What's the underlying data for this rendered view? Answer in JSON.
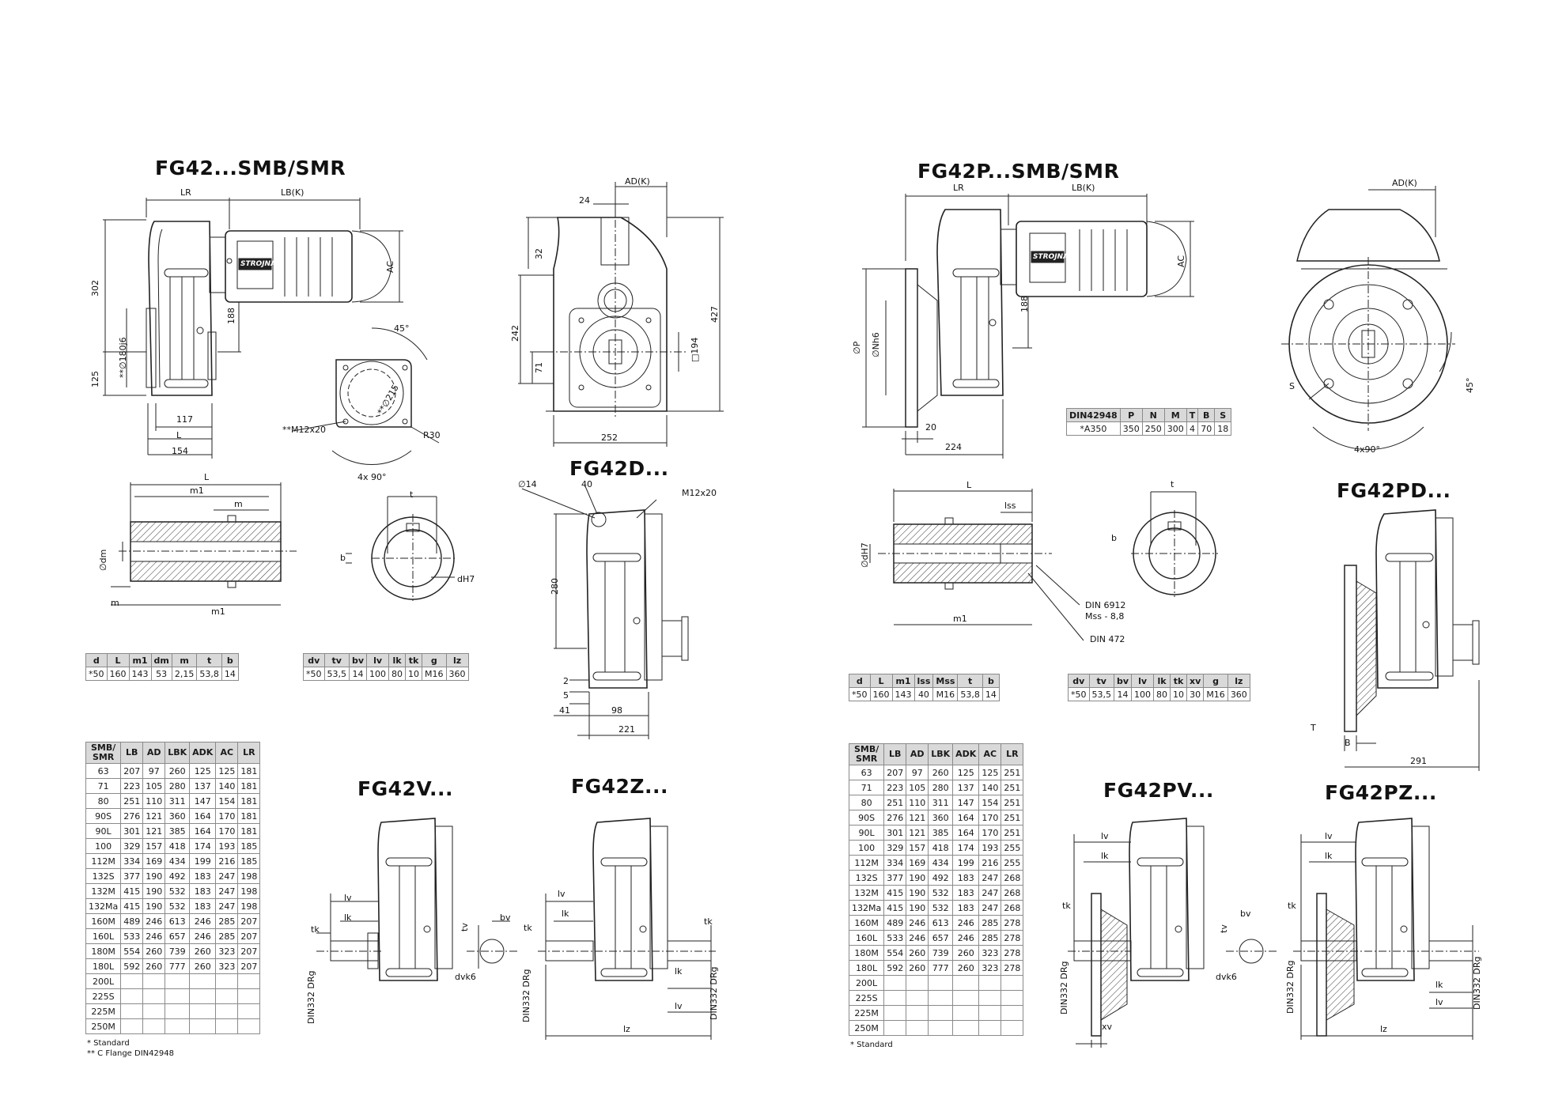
{
  "titles": {
    "fg42_smb": "FG42...SMB/SMR",
    "fg42p_smb": "FG42P...SMB/SMR",
    "fg42d": "FG42D...",
    "fg42pd": "FG42PD...",
    "fg42v": "FG42V...",
    "fg42z": "FG42Z...",
    "fg42pv": "FG42PV...",
    "fg42pz": "FG42PZ..."
  },
  "brand": "STROJNA",
  "dims": {
    "lr": "LR",
    "lbk": "LB(K)",
    "adk": "AD(K)",
    "ac": "AC",
    "d302": "302",
    "d188": "188",
    "d125": "125",
    "d180j6": "**∅180j6",
    "d117": "117",
    "L": "L",
    "d154": "154",
    "deg45": "45°",
    "d215": "**∅215",
    "m12x20_flange": "**M12x20",
    "r30": "R30",
    "x90": "4x 90°",
    "d24": "24",
    "d32": "32",
    "d242": "242",
    "d71": "71",
    "d427": "427",
    "d194": "□194",
    "d252": "252",
    "m1": "m1",
    "m": "m",
    "dm": "∅dm",
    "t": "t",
    "b": "b",
    "dH7": "dH7",
    "d14": "∅14",
    "d40": "40",
    "m12x20": "M12x20",
    "d280": "280",
    "d2": "2",
    "d5": "5",
    "d41": "41",
    "d98": "98",
    "d221": "221",
    "P": "∅P",
    "Nh6": "∅Nh6",
    "d20": "20",
    "d224": "224",
    "S": "S",
    "x90p": "4x90°",
    "deg45p": "45°",
    "dH7p": "∅dH7",
    "lss": "lss",
    "din6912": "DIN 6912",
    "mss": "Mss - 8,8",
    "din472": "DIN 472",
    "T": "T",
    "B": "B",
    "d291": "291",
    "lv": "lv",
    "lk": "lk",
    "tk": "tk",
    "tv": "tv",
    "bv": "bv",
    "dvk6": "dvk6",
    "lz": "lz",
    "xv": "xv",
    "din332": "DIN332 DRg"
  },
  "tables": {
    "shaft1": {
      "headers": [
        "d",
        "L",
        "m1",
        "dm",
        "m",
        "t",
        "b"
      ],
      "row": [
        "*50",
        "160",
        "143",
        "53",
        "2,15",
        "53,8",
        "14"
      ]
    },
    "shaft2": {
      "headers": [
        "d",
        "L",
        "m1",
        "lss",
        "Mss",
        "t",
        "b"
      ],
      "row": [
        "*50",
        "160",
        "143",
        "40",
        "M16",
        "53,8",
        "14"
      ]
    },
    "sol1": {
      "headers": [
        "dv",
        "tv",
        "bv",
        "lv",
        "lk",
        "tk",
        "g",
        "lz"
      ],
      "row": [
        "*50",
        "53,5",
        "14",
        "100",
        "80",
        "10",
        "M16",
        "360"
      ]
    },
    "sol2": {
      "headers": [
        "dv",
        "tv",
        "bv",
        "lv",
        "lk",
        "tk",
        "xv",
        "g",
        "lz"
      ],
      "row": [
        "*50",
        "53,5",
        "14",
        "100",
        "80",
        "10",
        "30",
        "M16",
        "360"
      ]
    },
    "din": {
      "headers": [
        "DIN42948",
        "P",
        "N",
        "M",
        "T",
        "B",
        "S"
      ],
      "row": [
        "*A350",
        "350",
        "250",
        "300",
        "4",
        "70",
        "18"
      ]
    },
    "motor1": {
      "headers": [
        "SMB/\nSMR",
        "LB",
        "AD",
        "LBK",
        "ADK",
        "AC",
        "LR"
      ],
      "rows": [
        [
          "63",
          "207",
          "97",
          "260",
          "125",
          "125",
          "181"
        ],
        [
          "71",
          "223",
          "105",
          "280",
          "137",
          "140",
          "181"
        ],
        [
          "80",
          "251",
          "110",
          "311",
          "147",
          "154",
          "181"
        ],
        [
          "90S",
          "276",
          "121",
          "360",
          "164",
          "170",
          "181"
        ],
        [
          "90L",
          "301",
          "121",
          "385",
          "164",
          "170",
          "181"
        ],
        [
          "100",
          "329",
          "157",
          "418",
          "174",
          "193",
          "185"
        ],
        [
          "112M",
          "334",
          "169",
          "434",
          "199",
          "216",
          "185"
        ],
        [
          "132S",
          "377",
          "190",
          "492",
          "183",
          "247",
          "198"
        ],
        [
          "132M",
          "415",
          "190",
          "532",
          "183",
          "247",
          "198"
        ],
        [
          "132Ma",
          "415",
          "190",
          "532",
          "183",
          "247",
          "198"
        ],
        [
          "160M",
          "489",
          "246",
          "613",
          "246",
          "285",
          "207"
        ],
        [
          "160L",
          "533",
          "246",
          "657",
          "246",
          "285",
          "207"
        ],
        [
          "180M",
          "554",
          "260",
          "739",
          "260",
          "323",
          "207"
        ],
        [
          "180L",
          "592",
          "260",
          "777",
          "260",
          "323",
          "207"
        ],
        [
          "200L",
          "",
          "",
          "",
          "",
          "",
          ""
        ],
        [
          "225S",
          "",
          "",
          "",
          "",
          "",
          ""
        ],
        [
          "225M",
          "",
          "",
          "",
          "",
          "",
          ""
        ],
        [
          "250M",
          "",
          "",
          "",
          "",
          "",
          ""
        ]
      ],
      "notes": [
        "* Standard",
        "** C Flange DIN42948"
      ]
    },
    "motor2": {
      "headers": [
        "SMB/\nSMR",
        "LB",
        "AD",
        "LBK",
        "ADK",
        "AC",
        "LR"
      ],
      "rows": [
        [
          "63",
          "207",
          "97",
          "260",
          "125",
          "125",
          "251"
        ],
        [
          "71",
          "223",
          "105",
          "280",
          "137",
          "140",
          "251"
        ],
        [
          "80",
          "251",
          "110",
          "311",
          "147",
          "154",
          "251"
        ],
        [
          "90S",
          "276",
          "121",
          "360",
          "164",
          "170",
          "251"
        ],
        [
          "90L",
          "301",
          "121",
          "385",
          "164",
          "170",
          "251"
        ],
        [
          "100",
          "329",
          "157",
          "418",
          "174",
          "193",
          "255"
        ],
        [
          "112M",
          "334",
          "169",
          "434",
          "199",
          "216",
          "255"
        ],
        [
          "132S",
          "377",
          "190",
          "492",
          "183",
          "247",
          "268"
        ],
        [
          "132M",
          "415",
          "190",
          "532",
          "183",
          "247",
          "268"
        ],
        [
          "132Ma",
          "415",
          "190",
          "532",
          "183",
          "247",
          "268"
        ],
        [
          "160M",
          "489",
          "246",
          "613",
          "246",
          "285",
          "278"
        ],
        [
          "160L",
          "533",
          "246",
          "657",
          "246",
          "285",
          "278"
        ],
        [
          "180M",
          "554",
          "260",
          "739",
          "260",
          "323",
          "278"
        ],
        [
          "180L",
          "592",
          "260",
          "777",
          "260",
          "323",
          "278"
        ],
        [
          "200L",
          "",
          "",
          "",
          "",
          "",
          ""
        ],
        [
          "225S",
          "",
          "",
          "",
          "",
          "",
          ""
        ],
        [
          "225M",
          "",
          "",
          "",
          "",
          "",
          ""
        ],
        [
          "250M",
          "",
          "",
          "",
          "",
          "",
          ""
        ]
      ],
      "notes": [
        "* Standard"
      ]
    }
  }
}
